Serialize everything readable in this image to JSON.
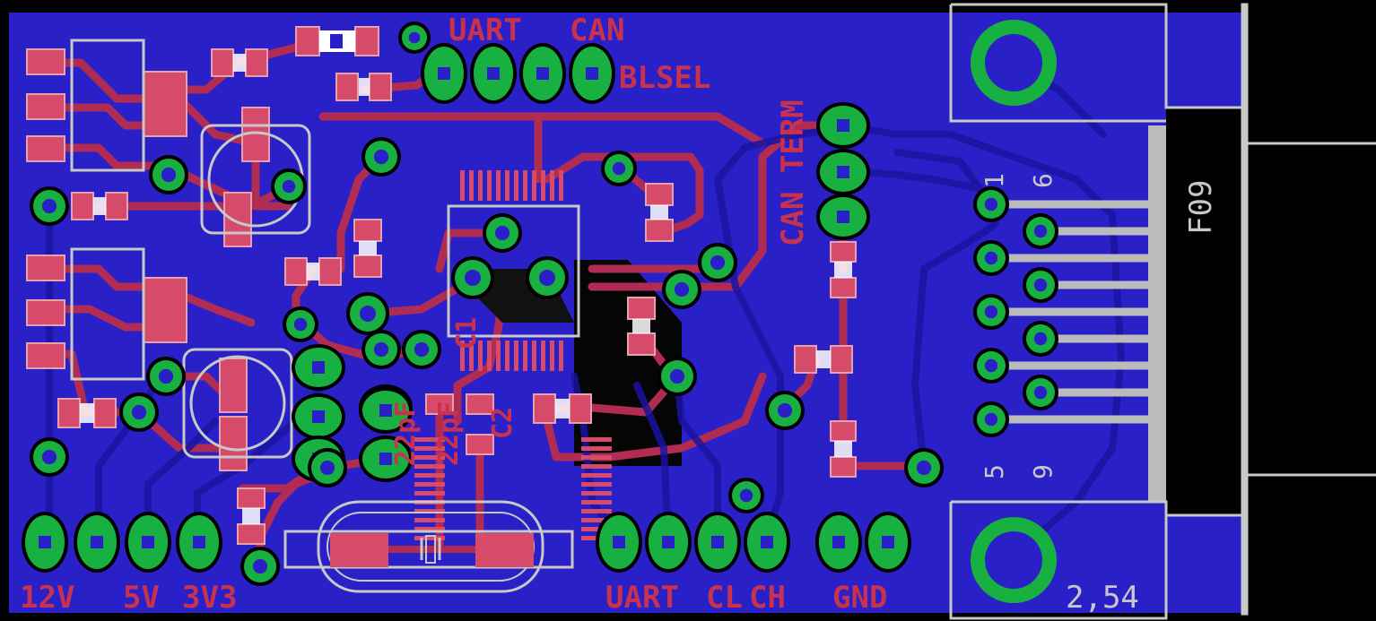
{
  "colors": {
    "background": "#000000",
    "ground_pour": "#2a20c8",
    "top_copper": "#b02c52",
    "pad_copper": "#d64a6a",
    "via": "#18b040",
    "silkscreen_gray": "#c0c0c0",
    "silkscreen_red": "#c8324f"
  },
  "labels": {
    "uart_top": "UART",
    "can_top": "CAN",
    "blsel": "BLSEL",
    "can_term": "CAN TERM",
    "c1": "C1",
    "c2": "C2",
    "cap1_value": "22pF",
    "cap2_value": "22pF",
    "v12": "12V",
    "v5": "5V",
    "v3v3": "3V3",
    "uart_bottom": "UART",
    "cl": "CL",
    "ch": "CH",
    "gnd": "GND",
    "connector_name": "F09",
    "pin1": "1",
    "pin6": "6",
    "pin5": "5",
    "pin9": "9",
    "pitch": "2,54"
  }
}
